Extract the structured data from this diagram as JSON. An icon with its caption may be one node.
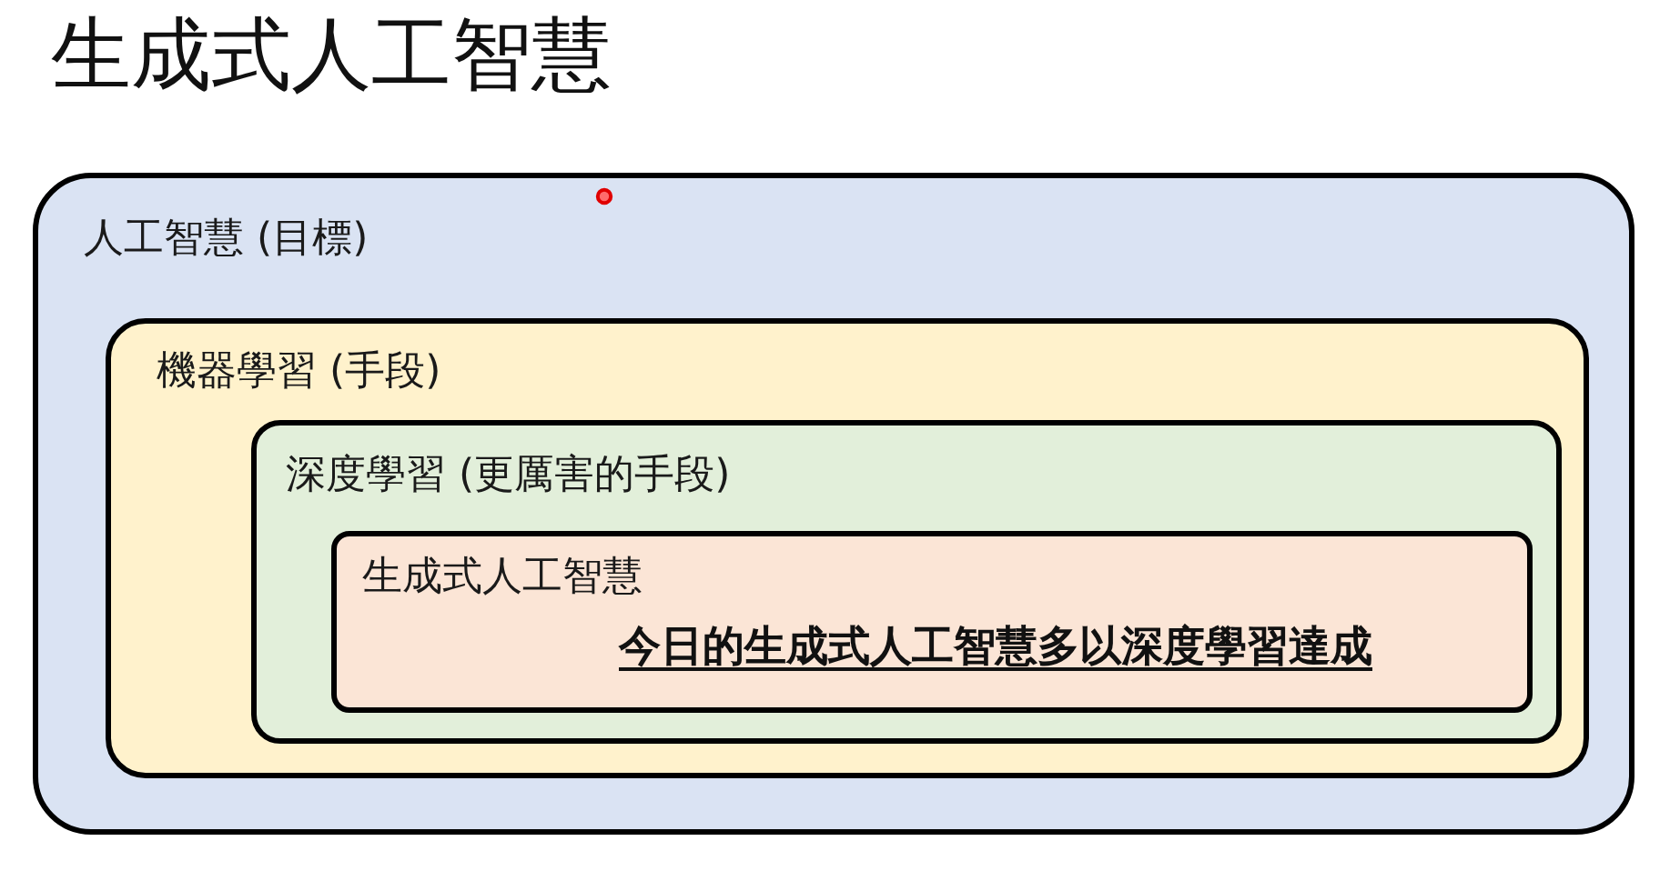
{
  "diagram": {
    "title": "生成式人工智慧",
    "nodes": [
      {
        "text": [
          "人工智慧 (目標)"
        ]
      },
      {
        "text": [
          "機器學習 (手段)"
        ],
        "in": 0
      },
      {
        "text": [
          "深度學習 (更厲害的手段)"
        ],
        "in": 1
      },
      {
        "text": [
          "生成式人工智慧",
          "今日的生成式人工智慧多以深度學習達成"
        ],
        "in": 2
      }
    ]
  }
}
